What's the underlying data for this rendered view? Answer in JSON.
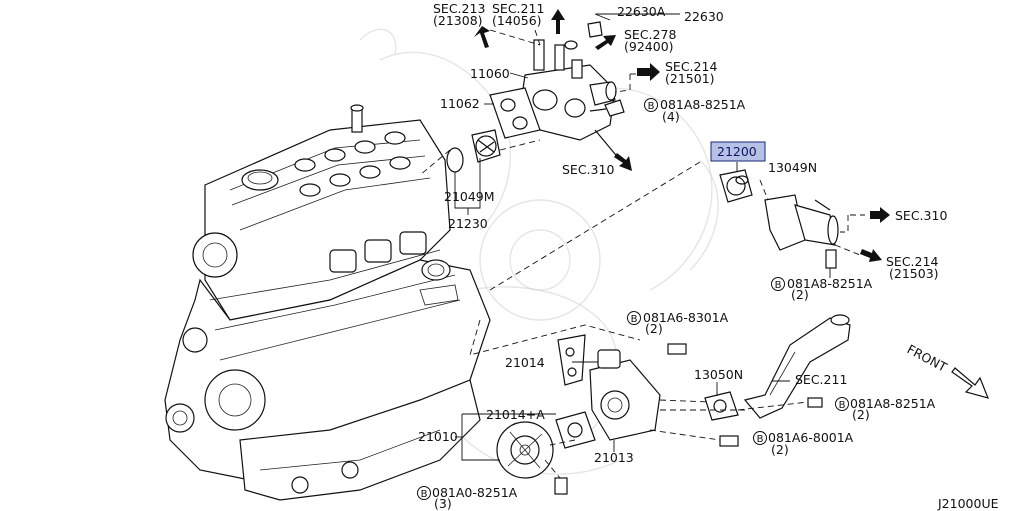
{
  "diagram_id": "J21000UE",
  "front_label": "FRONT",
  "labels": {
    "sec213": "SEC.213",
    "sec213_code": "(21308)",
    "sec211_top": "SEC.211",
    "sec211_top_code": "(14056)",
    "p22630A": "22630A",
    "p22630": "22630",
    "sec278": "SEC.278",
    "sec278_code": "(92400)",
    "sec214_top": "SEC.214",
    "sec214_top_code": "(21501)",
    "p11060": "11060",
    "p11062": "11062",
    "bolt_081A8_8251A_4": "081A8-8251A",
    "qty_4": "(4)",
    "sec310_top": "SEC.310",
    "p21049M": "21049M",
    "p21230": "21230",
    "p21200": "21200",
    "p13049N": "13049N",
    "sec310_right": "SEC.310",
    "sec214_right": "SEC.214",
    "sec214_right_code": "(21503)",
    "bolt_081A8_8251A_2a": "081A8-8251A",
    "qty_2a": "(2)",
    "bolt_081A6_8301A": "081A6-8301A",
    "qty_2b": "(2)",
    "p21014": "21014",
    "p13050N": "13050N",
    "sec211_bottom": "SEC.211",
    "bolt_081A8_8251A_2c": "081A8-8251A",
    "qty_2c": "(2)",
    "p21014A": "21014+A",
    "p21010": "21010",
    "p21013": "21013",
    "bolt_081A6_8001A": "081A6-8001A",
    "qty_2d": "(2)",
    "bolt_081A0_8251A": "081A0-8251A",
    "qty_3": "(3)",
    "b_symbol": "B"
  }
}
